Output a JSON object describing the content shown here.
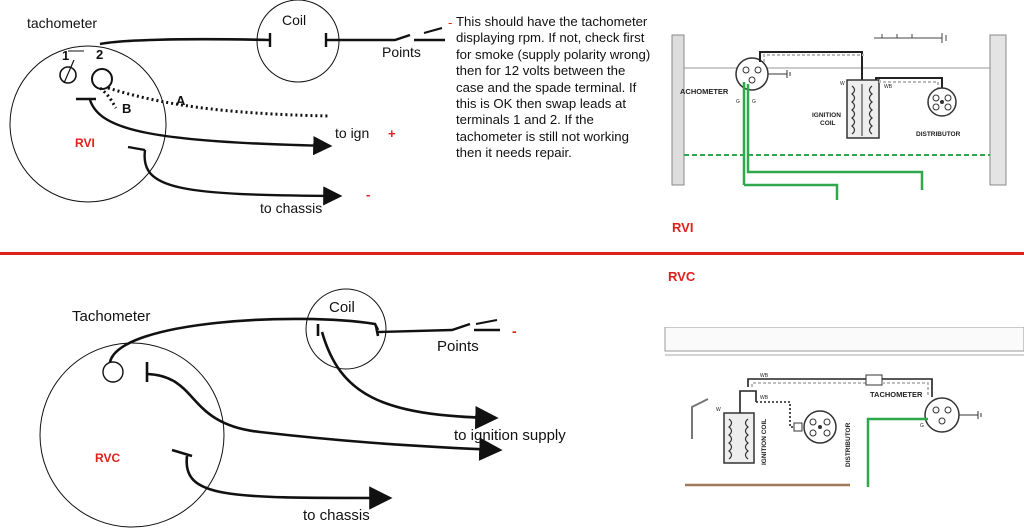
{
  "rvi": {
    "tachometer_label": "tachometer",
    "terminal_1": "1",
    "terminal_2": "2",
    "label_a": "A",
    "label_b": "B",
    "rvi_label": "RVI",
    "coil_label": "Coil",
    "points_label": "Points",
    "to_ign_label": "to ign",
    "plus_sign": "+",
    "to_chassis_label": "to chassis",
    "minus_sign": "-"
  },
  "note": {
    "dash": "-",
    "text": "This should have the tachometer displaying rpm. If not, check first for smoke (supply polarity wrong) then for 12 volts between the case and the spade terminal. If this is OK then swap leads at terminals 1 and 2. If the tachometer is still not working then it needs repair."
  },
  "rvi_wiring": {
    "tachometer_label": "ACHOMETER",
    "ignition_coil_label_1": "IGNITION",
    "ignition_coil_label_2": "COIL",
    "distributor_label": "DISTRIBUTOR",
    "wire_wb": "WB",
    "wire_w": "W",
    "wire_g1": "G",
    "wire_g2": "G",
    "caption": "RVI"
  },
  "rvc_caption": "RVC",
  "rvc": {
    "tachometer_label": "Tachometer",
    "coil_label": "Coil",
    "points_label": "Points",
    "minus_sign": "-",
    "to_ignition_supply_label": "to ignition supply",
    "rvc_label": "RVC",
    "to_chassis_label": "to chassis"
  },
  "rvc_wiring": {
    "tachometer_label": "TACHOMETER",
    "ignition_coil_label": "IGNITION COIL",
    "distributor_label": "DISTRIBUTOR",
    "wire_wb1": "WB",
    "wire_wb2": "WB",
    "wire_w": "W",
    "wire_g": "G"
  },
  "colors": {
    "accent_red": "#e0201a",
    "wire_green": "#2ea84a",
    "wire_brown": "#a0785a",
    "line": "#111111"
  }
}
